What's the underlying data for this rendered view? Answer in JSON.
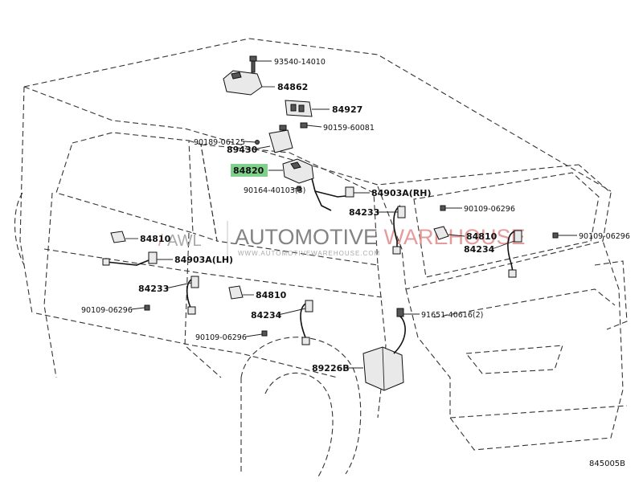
{
  "diagram_code": "845005B",
  "watermark": {
    "logo_prefix": "AWL",
    "brand_part1": "AUTOMOTIVE ",
    "brand_part2": "WAREHOUSE",
    "url": "WWW.AUTOMOTIVEWAREHOUSE.COM"
  },
  "highlight_color": "#7fd08a",
  "labels": {
    "l93540": "93540-14010",
    "l84862": "84862",
    "l84927": "84927",
    "l90159": "90159-60081",
    "l90189": "90189-06125",
    "l89430": "89430",
    "l84820": "84820",
    "l90164": "90164-40103(3)",
    "l84903rh": "84903A(RH)",
    "l84233r": "84233",
    "l90109a": "90109-06296",
    "l84810r": "84810",
    "l90109b": "90109-06296",
    "l84234r": "84234",
    "l84810l": "84810",
    "l84903lh": "84903A(LH)",
    "l84233l": "84233",
    "l90109c": "90109-06296",
    "l84810m": "84810",
    "l84234m": "84234",
    "l90109d": "90109-06296",
    "l91651": "91651-40616(2)",
    "l89226": "89226B"
  }
}
